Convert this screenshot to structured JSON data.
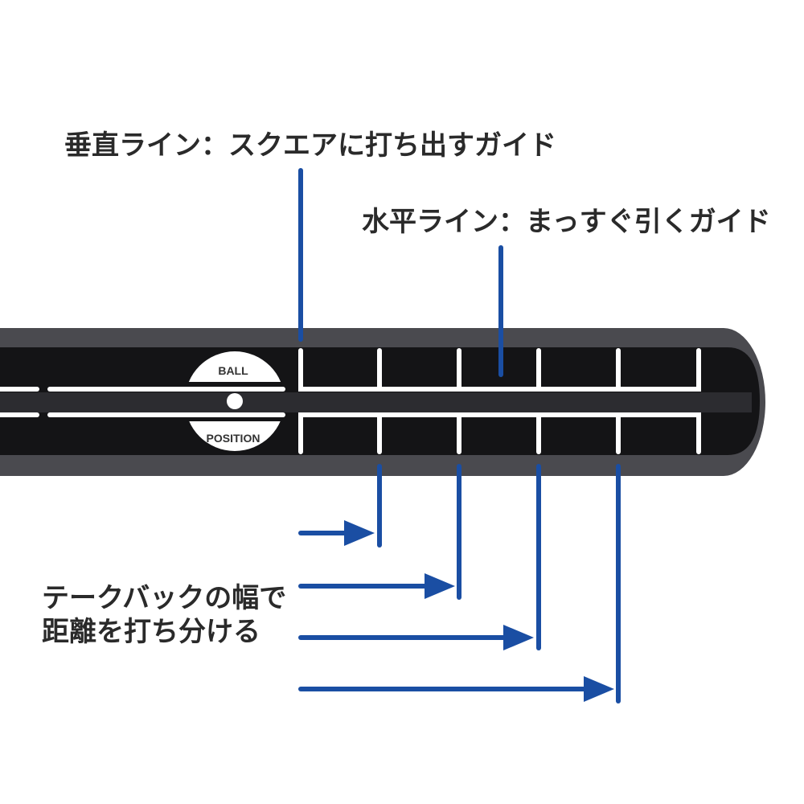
{
  "labels": {
    "vertical_line": "垂直ライン：スクエアに打ち出すガイド",
    "horizontal_line": "水平ライン：まっすぐ引くガイド",
    "takeback_line1": "テークバックの幅で",
    "takeback_line2": "距離を打ち分ける"
  },
  "ball_marker": {
    "top_text": "BALL",
    "bottom_text": "POSITION"
  },
  "colors": {
    "accent_blue": "#1a4ea3",
    "bar_outer": "#4a4a4f",
    "bar_inner": "#141416",
    "guide_white": "#ffffff"
  }
}
